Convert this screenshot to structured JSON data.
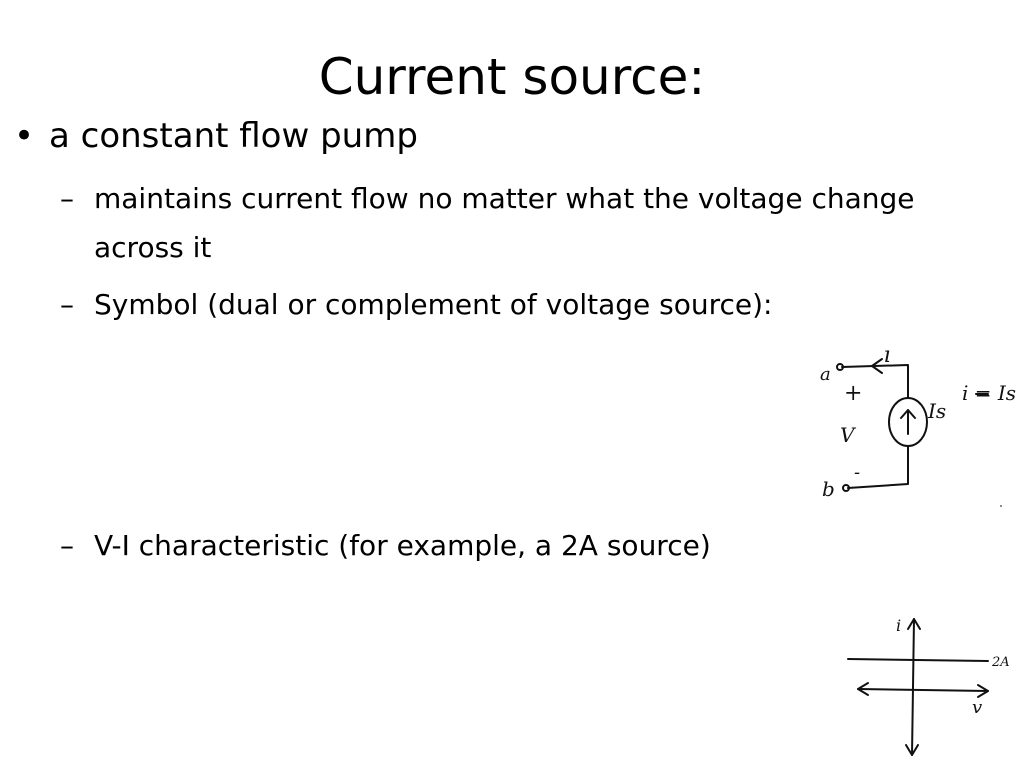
{
  "slide": {
    "title": "Current source:",
    "bullet": {
      "marker": "•",
      "text": "a constant flow pump"
    },
    "sub_bullets": [
      {
        "marker": "–",
        "text": "maintains current flow no matter what the voltage change across it"
      },
      {
        "marker": "–",
        "text": "Symbol (dual or complement of voltage source):"
      },
      {
        "marker": "–",
        "text": "V-I characteristic (for example, a 2A source)"
      }
    ]
  },
  "symbol_sketch": {
    "terminal_a": "a",
    "terminal_b": "b",
    "plus_sign": "+",
    "minus_sign": "-",
    "voltage_label": "V",
    "current_label": "i",
    "source_label": "Is",
    "equation": "i = Is"
  },
  "vi_sketch": {
    "y_axis_label": "i",
    "x_axis_label": "v",
    "level_label": "2A"
  }
}
